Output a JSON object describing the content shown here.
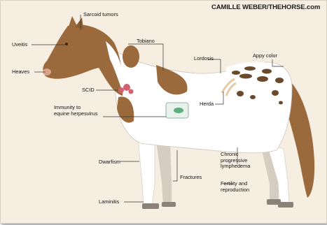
{
  "credit": "CAMILLE WEBER/THEHORSE.com",
  "labels": {
    "sarcoid": "Sarcoid tumors",
    "uveitis": "Uveitis",
    "tobiano": "Tobiano",
    "heaves": "Heaves",
    "lordosis": "Lordosis",
    "appy": "Appy color",
    "scid": "SCID",
    "herda": "Herda",
    "immunity_line1": "Immunity to",
    "immunity_line2": "equine herpesvirus",
    "dwarfism": "Dwarfism",
    "chronic_line1": "Chronic",
    "chronic_line2": "progressive",
    "chronic_line3": "lymphedema",
    "fractures": "Fractures",
    "fertility_line1": "Fertility and",
    "fertility_line2": "reproduction",
    "laminitis": "Laminitis"
  },
  "colors": {
    "background": "#f7eee2",
    "coat_white": "#ffffff",
    "coat_brown": "#9a6a3c",
    "leader_lines": "#333333",
    "hooves": "#8a8178"
  }
}
